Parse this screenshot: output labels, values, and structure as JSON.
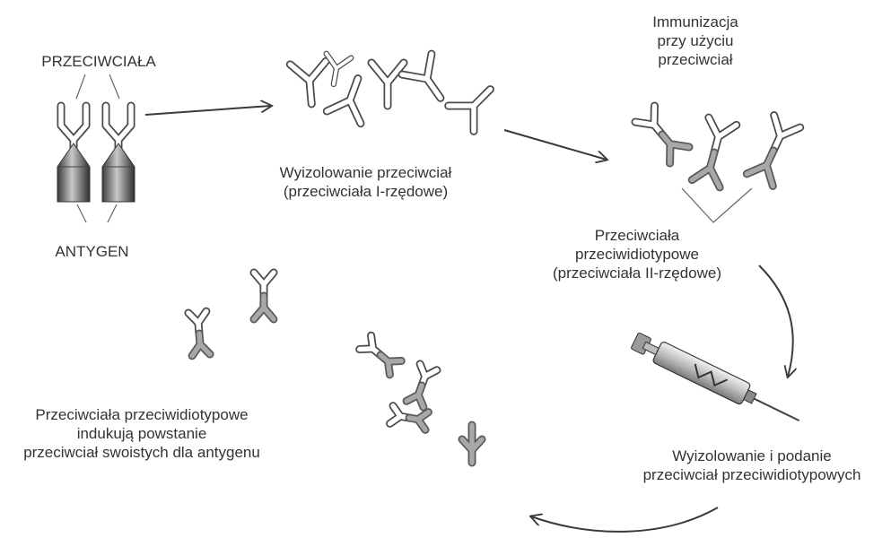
{
  "labels": {
    "antibodies": "PRZECIWCIAŁA",
    "antigen": "ANTYGEN",
    "isolation": [
      "Wyizolowanie przeciwciał",
      "(przeciwciała I-rzędowe)"
    ],
    "immunization": [
      "Immunizacja",
      "przy użyciu",
      "przeciwciał"
    ],
    "anti_idiotypic": [
      "Przeciwciała",
      "przeciwidiotypowe",
      "(przeciwciała II-rzędowe)"
    ],
    "administration": [
      "Wyizolowanie i podanie",
      "przeciwciał przeciwidiotypowych"
    ],
    "induction": [
      "Przeciwciała przeciwidiotypowe",
      "indukują powstanie",
      "przeciwciał swoistych dla antygenu"
    ]
  },
  "colors": {
    "text": "#333333",
    "antibody_white": "#ffffff",
    "antibody_grey": "#a8a8a8",
    "antigen_cone": "#6a6a6a",
    "arrow": "#3a3a3a"
  }
}
